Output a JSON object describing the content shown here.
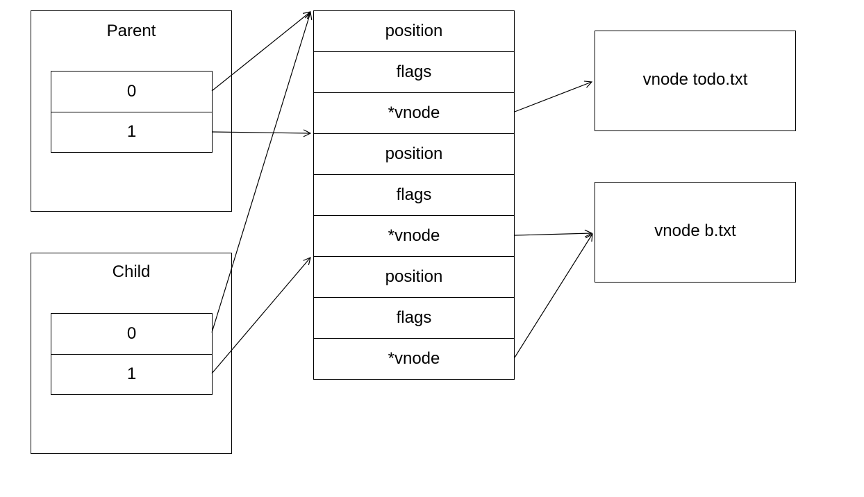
{
  "processes": [
    {
      "id": "parent",
      "title": "Parent",
      "fds": [
        "0",
        "1"
      ]
    },
    {
      "id": "child",
      "title": "Child",
      "fds": [
        "0",
        "1"
      ]
    }
  ],
  "file_table": [
    {
      "position": "position",
      "flags": "flags",
      "vnode": "*vnode"
    },
    {
      "position": "position",
      "flags": "flags",
      "vnode": "*vnode"
    },
    {
      "position": "position",
      "flags": "flags",
      "vnode": "*vnode"
    }
  ],
  "vnodes": [
    {
      "id": "todo",
      "label": "vnode todo.txt"
    },
    {
      "id": "b",
      "label": "vnode b.txt"
    }
  ],
  "links": [
    {
      "from": "parent-fd-0",
      "to": "file-entry-0"
    },
    {
      "from": "parent-fd-1",
      "to": "file-entry-1"
    },
    {
      "from": "child-fd-0",
      "to": "file-entry-0"
    },
    {
      "from": "child-fd-1",
      "to": "file-entry-2"
    },
    {
      "from": "file-entry-0-vnode",
      "to": "vnode-todo"
    },
    {
      "from": "file-entry-1-vnode",
      "to": "vnode-b"
    },
    {
      "from": "file-entry-2-vnode",
      "to": "vnode-b"
    }
  ]
}
